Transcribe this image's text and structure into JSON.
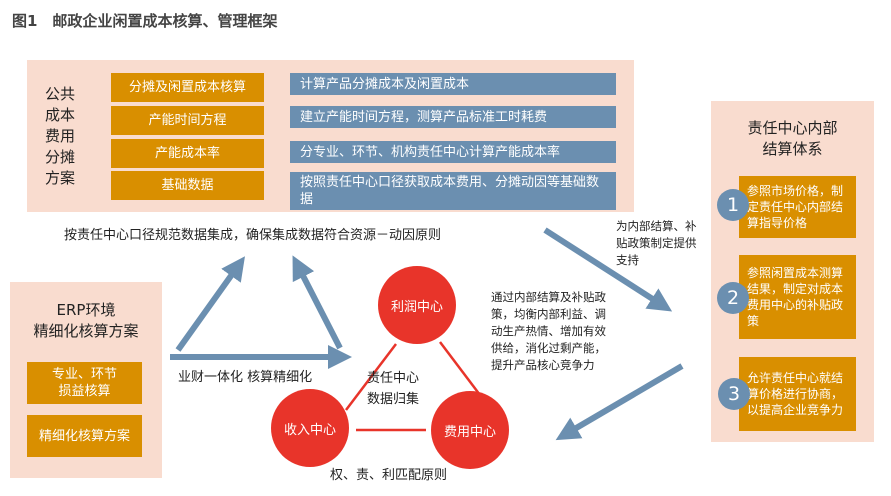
{
  "title": "图1　邮政企业闲置成本核算、管理框架",
  "top_panel": {
    "label": "公共成本费用分摊方案",
    "items": [
      {
        "name": "分摊及闲置成本核算",
        "desc": "计算产品分摊成本及闲置成本"
      },
      {
        "name": "产能时间方程",
        "desc": "建立产能时间方程，测算产品标准工时耗费"
      },
      {
        "name": "产能成本率",
        "desc": "分专业、环节、机构责任中心计算产能成本率"
      },
      {
        "name": "基础数据",
        "desc": "按照责任中心口径获取成本费用、分摊动因等基础数据"
      }
    ],
    "caption": "按责任中心口径规范数据集成，确保集成数据符合资源－动因原则"
  },
  "erp_panel": {
    "title": "ERP环境\n精细化核算方案",
    "items": [
      "专业、环节\n损益核算",
      "精细化核算方案"
    ],
    "arrow_label": "业财一体化 核算精细化"
  },
  "centers": {
    "profit": "利润中心",
    "revenue": "收入中心",
    "expense": "费用中心",
    "core": "责任中心\n数据归集",
    "principle": "权、责、利匹配原则",
    "description": "通过内部结算及补贴政\n策，均衡内部利益、调\n动生产热情、增加有效\n供给，消化过剩产能，\n提升产品核心竞争力"
  },
  "support_label": "为内部结算、补\n贴政策制定提供\n支持",
  "right_panel": {
    "title": "责任中心内部\n结算体系",
    "items": [
      {
        "num": "1",
        "text": "参照市场价格，制定责任中心内部结算指导价格"
      },
      {
        "num": "2",
        "text": "参照闲置成本测算结果，制定对成本费用中心的补贴政策"
      },
      {
        "num": "3",
        "text": "允许责任中心就结算价格进行协商，以提高企业竞争力"
      }
    ]
  },
  "colors": {
    "panel": "#f9dccf",
    "orange": "#d98f00",
    "blue": "#6b8fb0",
    "red": "#e8342a"
  }
}
